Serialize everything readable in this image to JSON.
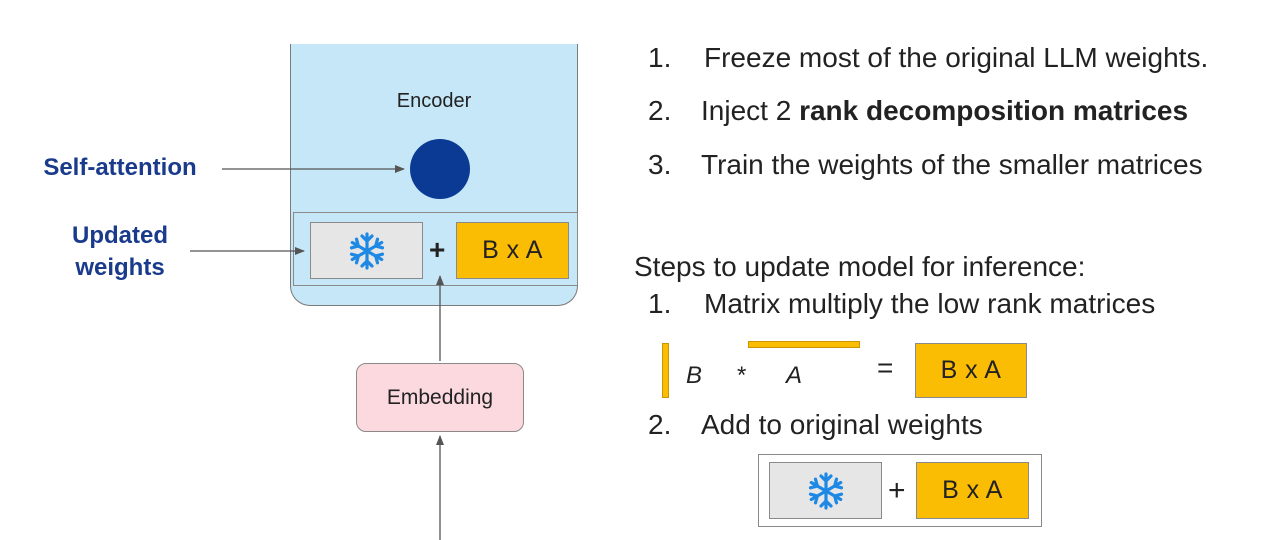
{
  "diagram": {
    "encoder_label": "Encoder",
    "self_attention_label": "Self-attention",
    "updated_weights_label": [
      "Updated",
      "weights"
    ],
    "plus_symbol": "+",
    "ba_label": "B x A",
    "embedding_label": "Embedding",
    "frozen_icon": "snowflake-icon",
    "colors": {
      "encoder_fill": "#c5e7f7",
      "attention_dot": "#0b3a94",
      "frozen_fill": "#e6e6e6",
      "snowflake": "#1e88e5",
      "lora_fill": "#fbbc04",
      "embedding_fill": "#fbd9df",
      "label_blue": "#1a3a8c"
    }
  },
  "steps": [
    {
      "num": "1.",
      "text": "Freeze most of the original LLM weights."
    },
    {
      "num": "2.",
      "text_plain": "Inject 2 ",
      "text_bold": "rank decomposition matrices"
    },
    {
      "num": "3.",
      "text": "Train the weights of the smaller matrices"
    }
  ],
  "inference": {
    "heading": "Steps to update model for inference:",
    "steps": [
      {
        "num": "1.",
        "text": "Matrix multiply the low rank matrices"
      },
      {
        "num": "2.",
        "text": "Add to original weights"
      }
    ],
    "equation": {
      "b_label": "B",
      "times_symbol": "*",
      "a_label": "A",
      "equals_symbol": "=",
      "result_label": "B x A"
    },
    "final": {
      "plus_symbol": "+",
      "ba_label": "B x A"
    }
  }
}
